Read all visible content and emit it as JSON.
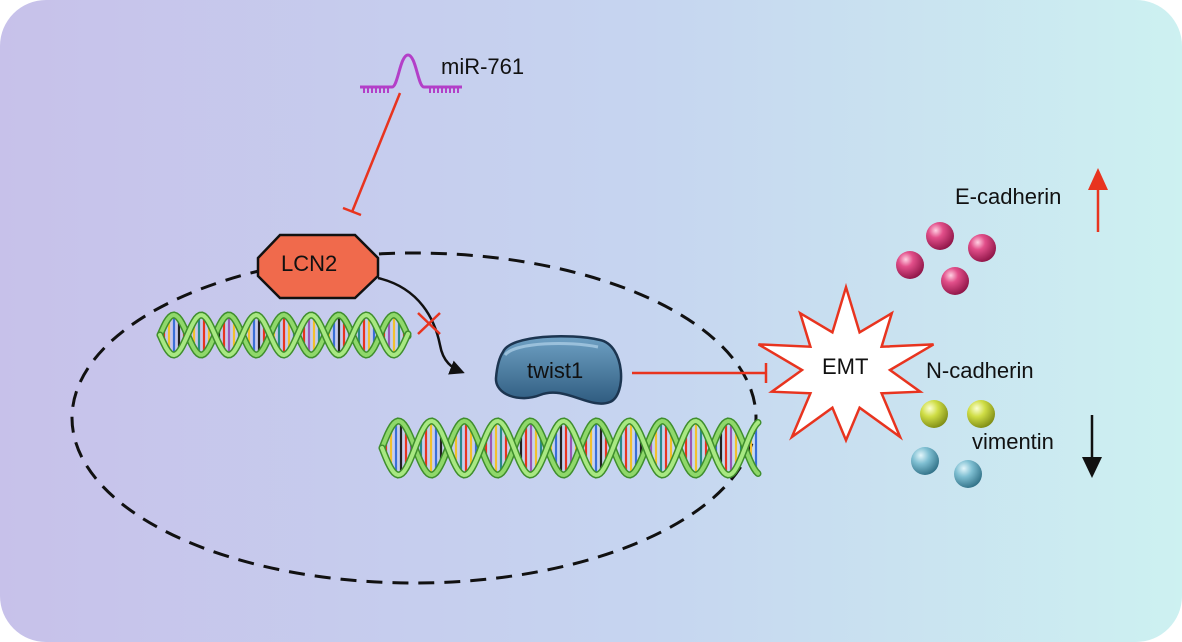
{
  "diagram": {
    "colors": {
      "background_left": "#c7c1ea",
      "background_right": "#cdf1f1",
      "inhibit_line": "#e8341f",
      "mirna": "#b33fc8",
      "lcn2_fill": "#f06a4c",
      "twist1_fill": "#4a7fa6",
      "emt_outline": "#e8341f",
      "e_cadherin_ball": "#cc2a6a",
      "n_cadherin_ball": "#c9d83a",
      "vimentin_ball": "#6cb4c8",
      "dna_strand": "#7ccd5a"
    },
    "nodes": {
      "mirna_label": "miR-761",
      "lcn2_label": "LCN2",
      "twist1_label": "twist1",
      "emt_label": "EMT",
      "e_cadherin_label": "E-cadherin",
      "n_cadherin_label": "N-cadherin",
      "vimentin_label": "vimentin"
    },
    "regulation": {
      "e_cadherin": "up",
      "n_cadherin_vimentin": "down"
    }
  }
}
